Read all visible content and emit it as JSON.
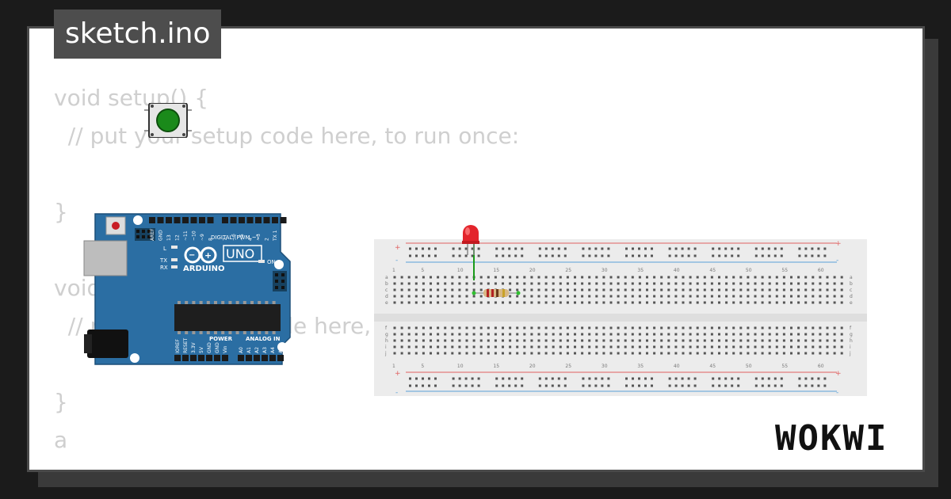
{
  "file_tab": {
    "label": "sketch.ino"
  },
  "code_lines": [
    "void setup() {",
    "  // put your setup code here, to run once:",
    "",
    "}",
    "",
    "void loop() {",
    "  // put your main code here, to run repeatedly:",
    "",
    "}",
    "a"
  ],
  "arduino": {
    "brand": "ARDUINO",
    "model": "UNO",
    "digital_label": "DIGITAL (PWM ~)",
    "power_label": "POWER",
    "analog_label": "ANALOG IN",
    "on_label": "ON",
    "l_label": "L",
    "tx_label": "TX",
    "rx_label": "RX",
    "top_pins": [
      "AREF",
      "GND",
      "13",
      "12",
      "~11",
      "~10",
      "~9",
      "8",
      "7",
      "~6",
      "~5",
      "4",
      "~3",
      "2",
      "TX 1",
      "RX 0"
    ],
    "power_pins": [
      "IOREF",
      "RESET",
      "3.3V",
      "5V",
      "GND",
      "GND",
      "Vin"
    ],
    "analog_pins": [
      "A0",
      "A1",
      "A2",
      "A3",
      "A4",
      "A5"
    ]
  },
  "breadboard": {
    "column_numbers": [
      "1",
      "5",
      "10",
      "15",
      "20",
      "25",
      "30",
      "35",
      "40",
      "45",
      "50",
      "55",
      "60"
    ],
    "rows_top": [
      "a",
      "b",
      "c",
      "d",
      "e"
    ],
    "rows_bottom": [
      "f",
      "g",
      "h",
      "i",
      "j"
    ],
    "plus": "+",
    "minus": "-"
  },
  "brand": {
    "logo_text": "WOKWI"
  },
  "colors": {
    "board_blue": "#2b6ea3",
    "led_red": "#e3242b",
    "button_green": "#1a8a1a",
    "wire_green": "#1a9a1a",
    "rail_red": "#e06060",
    "rail_blue": "#5aa0d8"
  }
}
